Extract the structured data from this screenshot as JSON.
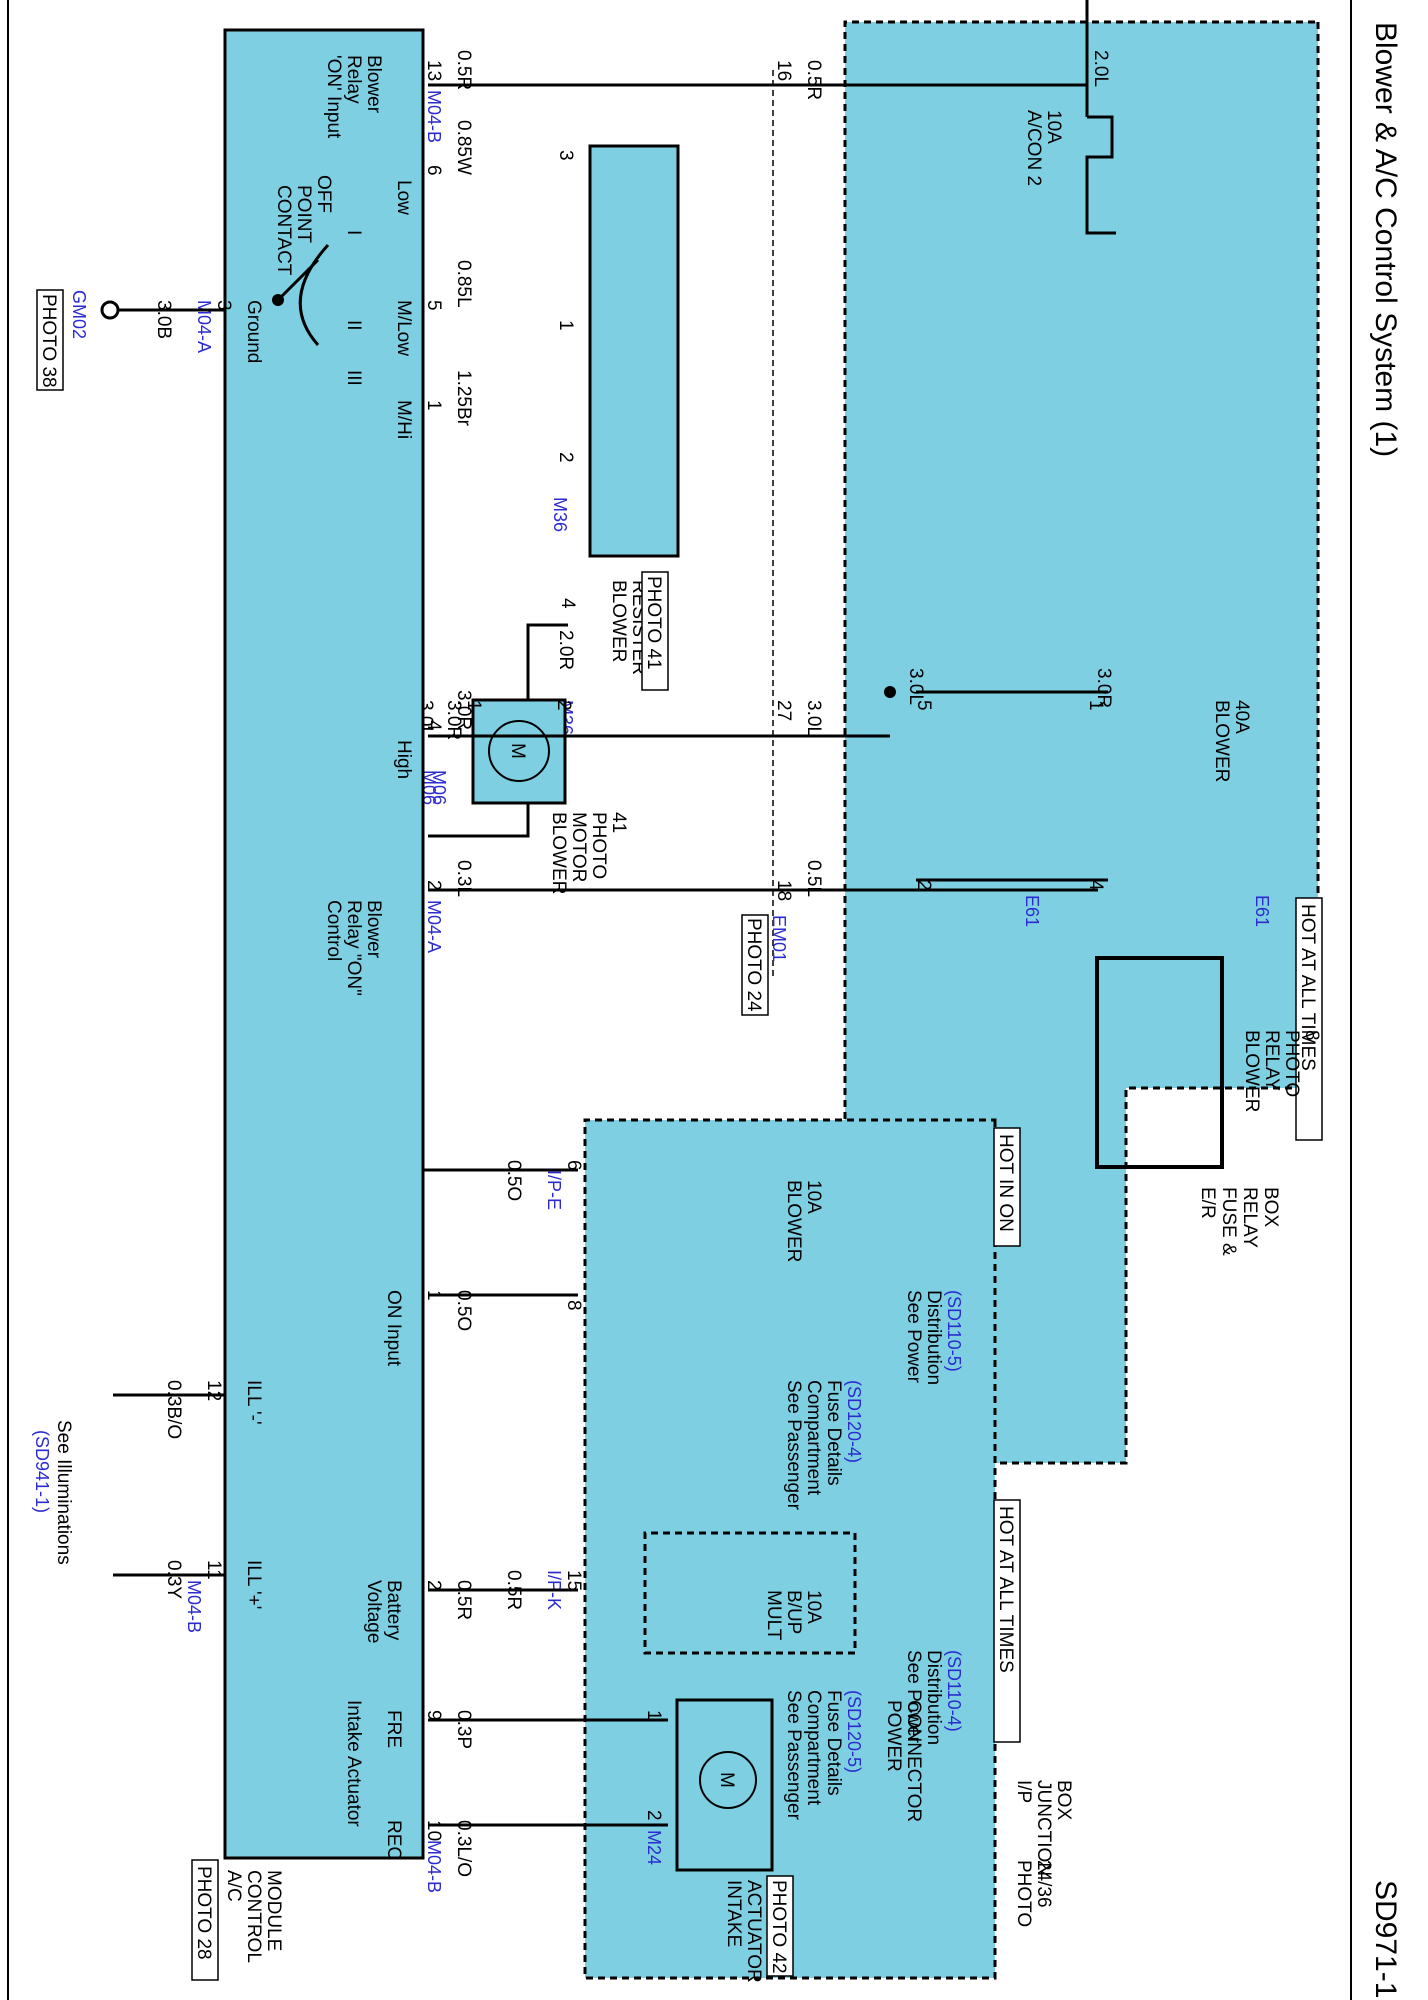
{
  "header": {
    "title": "Blower & A/C Control System (1)",
    "page_code": "SD971-1"
  },
  "ac_module": {
    "name": [
      "A/C",
      "CONTROL",
      "MODULE"
    ],
    "photo": "PHOTO 28"
  },
  "ground": {
    "conn": "GM02",
    "photo": "PHOTO 38",
    "wire": "3.0B",
    "pin": "3",
    "conn_label": "M04-A",
    "pin_name": "Ground"
  },
  "switch": {
    "off": "OFF",
    "contact": [
      "CONTACT",
      "POINT"
    ],
    "pos1": "I",
    "pos2": "II",
    "pos3": "III"
  },
  "module_pins": {
    "relay_on_input": {
      "pin": "13",
      "conn": "M04-B",
      "label": [
        "Blower",
        "Relay",
        "'ON' Input"
      ],
      "wire": "0.5R"
    },
    "low": {
      "pin": "6",
      "label": "Low",
      "wire": "0.85W"
    },
    "mlow": {
      "pin": "5",
      "label": "M/Low",
      "wire": "0.85L"
    },
    "mhi": {
      "pin": "1",
      "label": "M/Hi",
      "wire": "1.25Br"
    },
    "high": {
      "pin": "4",
      "label": "High",
      "wire": "3.0R"
    },
    "relay_on_control": {
      "pin": "2",
      "conn": "M04-A",
      "label": [
        "Blower",
        "Relay \"ON\"",
        "Control"
      ],
      "wire": "0.3L"
    },
    "on_input": {
      "pin": "1",
      "label": "ON Input",
      "wire": "0.5O"
    },
    "ill_minus": {
      "pin": "12",
      "label": "ILL '-'",
      "wire": "0.3B/O"
    },
    "ill_plus": {
      "pin": "11",
      "label": "ILL '+'",
      "wire": "0.3Y",
      "conn": "M04-B"
    },
    "battery": {
      "pin": "2",
      "label": [
        "Battery",
        "Voltage"
      ],
      "wire": "0.5R"
    },
    "fre": {
      "pin": "9",
      "label": "FRE",
      "wire": "0.3P"
    },
    "rec": {
      "pin": "10",
      "label": "REC",
      "wire": "0.3L/O",
      "conn": "M04-B"
    },
    "intake_label": "Intake Actuator"
  },
  "resister": {
    "name": [
      "BLOWER",
      "RESISTER"
    ],
    "photo": "PHOTO 41",
    "conn": "M36",
    "pins": [
      "3",
      "1",
      "2",
      "4"
    ],
    "out_wire": "2.0R"
  },
  "motor": {
    "name": [
      "BLOWER",
      "MOTOR"
    ],
    "photo": [
      "PHOTO",
      "41"
    ],
    "conn_left": "M06",
    "conn_right": "M06",
    "pin_left": "2",
    "pin_right": "1",
    "wire_left": "3.0R",
    "wire_right": "3.0L",
    "symbol": "M"
  },
  "em01": {
    "conn": "EM01",
    "photo": "PHOTO 24",
    "pins": [
      "16",
      "27",
      "18"
    ],
    "wires": [
      "0.5R",
      "3.0L",
      "0.5L"
    ]
  },
  "er_box": {
    "name": [
      "E/R",
      "FUSE &",
      "RELAY",
      "BOX"
    ],
    "hot_label": "HOT AT ALL TIMES",
    "fuse_ac": {
      "name": [
        "A/CON 2",
        "10A"
      ],
      "wire": "2.0L"
    },
    "fuse_blower": {
      "name": [
        "BLOWER",
        "40A"
      ]
    },
    "relay": {
      "name": [
        "BLOWER",
        "RELAY"
      ],
      "photo": [
        "PHOTO",
        "8"
      ],
      "conn": "E61",
      "pins": [
        "1",
        "5",
        "2",
        "4"
      ],
      "wire_in": "3.0R",
      "wire_5": "3.0L"
    }
  },
  "ip_box": {
    "name": [
      "I/P",
      "JUNCTION",
      "BOX"
    ],
    "photo": [
      "PHOTO",
      "24/36"
    ],
    "hot_on": "HOT IN ON",
    "hot_all": "HOT AT ALL TIMES",
    "fuse_blower": {
      "name": [
        "BLOWER",
        "10A"
      ]
    },
    "fuse_mult": {
      "name": [
        "MULT",
        "B/UP",
        "10A"
      ]
    },
    "power_connector": [
      "POWER",
      "CONNECTOR"
    ],
    "pin_ipe6": {
      "pin": "6",
      "conn": "I/P-E",
      "wire": "0.5O"
    },
    "pin_ipe8": {
      "pin": "8"
    },
    "pin_ipk15": {
      "pin": "15",
      "conn": "I/P-K",
      "wire": "0.5R"
    },
    "see_power_1": [
      "See Power",
      "Distribution"
    ],
    "see_power_1_ref": "(SD110-5)",
    "see_pass_1": [
      "See Passenger",
      "Compartment",
      "Fuse Details"
    ],
    "see_pass_1_ref": "(SD120-4)",
    "see_power_2": [
      "See Power",
      "Distribution"
    ],
    "see_power_2_ref": "(SD110-4)",
    "see_pass_2": [
      "See Passenger",
      "Compartment",
      "Fuse Details"
    ],
    "see_pass_2_ref": "(SD120-5)"
  },
  "actuator": {
    "name": [
      "INTAKE",
      "ACTUATOR"
    ],
    "photo": "PHOTO 42",
    "conn": "M24",
    "pins": [
      "1",
      "2"
    ],
    "symbol": "M"
  },
  "illumination": {
    "text": "See Illuminations",
    "ref": "(SD941-1)"
  }
}
